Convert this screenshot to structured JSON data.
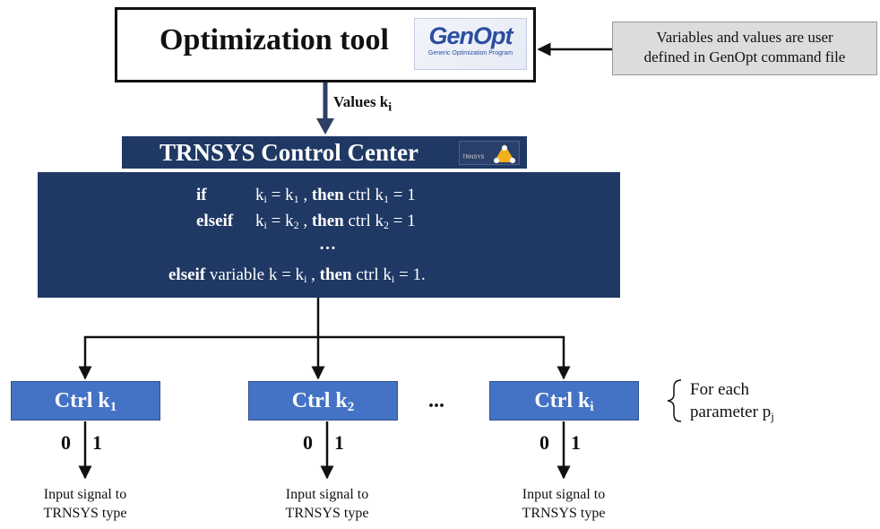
{
  "optimization_tool": {
    "title": "Optimization tool",
    "logo_text": "GenOpt",
    "logo_subtitle": "Generic Optimization Program"
  },
  "note": {
    "line1": "Variables and values are user",
    "line2": "defined in GenOpt command file"
  },
  "values_label": {
    "text": "Values k",
    "sub": "i"
  },
  "control_center": {
    "title": "TRNSYS Control Center",
    "logo_text": "TRNSYS"
  },
  "logic": {
    "kw_if": "if",
    "kw_elseif": "elseif",
    "kw_then": "then",
    "var": "k",
    "ctrl": "ctrl k",
    "eq_one": " = 1",
    "eq_one_end": " = 1.",
    "ellipsis": "…",
    "variable_text": "variable k = k",
    "sub_i": "i",
    "sub_1": "1",
    "sub_2": "2"
  },
  "ctrl_blocks": [
    {
      "label": "Ctrl k",
      "sub": "1",
      "bit0": "0",
      "bit1": "1",
      "signal_line1": "Input signal to",
      "signal_line2": "TRNSYS type"
    },
    {
      "label": "Ctrl k",
      "sub": "2",
      "bit0": "0",
      "bit1": "1",
      "signal_line1": "Input signal to",
      "signal_line2": "TRNSYS type"
    },
    {
      "label": "Ctrl k",
      "sub": "i",
      "bit0": "0",
      "bit1": "1",
      "signal_line1": "Input signal to",
      "signal_line2": "TRNSYS type"
    }
  ],
  "ctrl_ellipsis": "...",
  "for_each": {
    "line1": "For each",
    "line2": "parameter p",
    "sub": "j"
  },
  "colors": {
    "navy": "#1f3864",
    "ctrl_blue": "#4472c4",
    "note_gray": "#dcdcdc",
    "logo_blue": "#2b4ea0"
  }
}
